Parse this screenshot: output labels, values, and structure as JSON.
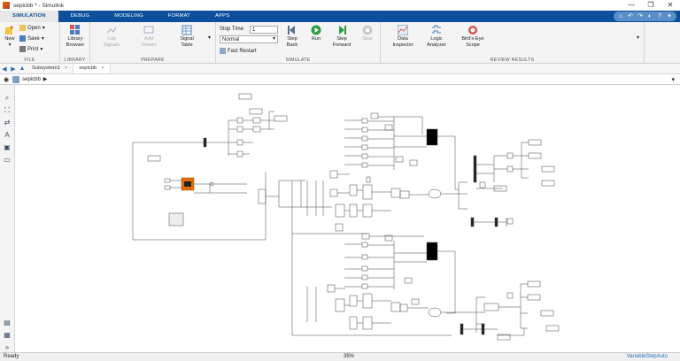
{
  "window": {
    "title": "sepicbb * - Simulink",
    "controls": [
      "—",
      "❐",
      "✕"
    ]
  },
  "tabs": [
    "SIMULATION",
    "DEBUG",
    "MODELING",
    "FORMAT",
    "APPS"
  ],
  "active_tab": "SIMULATION",
  "quick_icons": [
    "⌂",
    "↶",
    "↷",
    "◐",
    "?",
    "▾"
  ],
  "ribbon": {
    "file": {
      "label": "FILE",
      "new": "New",
      "open": "Open",
      "save": "Save",
      "print": "Print"
    },
    "library": {
      "label": "LIBRARY",
      "browser": "Library Browser"
    },
    "prepare": {
      "label": "PREPARE",
      "log_signals": "Log Signals",
      "add_viewer": "Add Viewer",
      "signal_table": "Signal Table"
    },
    "simulate": {
      "label": "SIMULATE",
      "stop_time_label": "Stop Time",
      "stop_time_value": "1",
      "mode": "Normal",
      "fast_restart": "Fast Restart",
      "step_back": "Step Back",
      "run": "Run",
      "step_forward": "Step Forward",
      "stop": "Stop"
    },
    "review": {
      "label": "REVIEW RESULTS",
      "data_inspector": "Data Inspector",
      "logic_analyzer": "Logic Analyzer",
      "birds_eye": "Bird's-Eye Scope"
    }
  },
  "file_tabs": [
    {
      "label": "Subsystem1",
      "active": false
    },
    {
      "label": "sepicbb",
      "active": true
    }
  ],
  "breadcrumb": {
    "model": "sepicbb"
  },
  "status": {
    "ready": "Ready",
    "zoom": "35%",
    "solver": "VariableStepAuto"
  },
  "colors": {
    "tab_bar": "#0c4f9c",
    "accent_block": "#e36c09",
    "run_green": "#2e9e3e"
  }
}
